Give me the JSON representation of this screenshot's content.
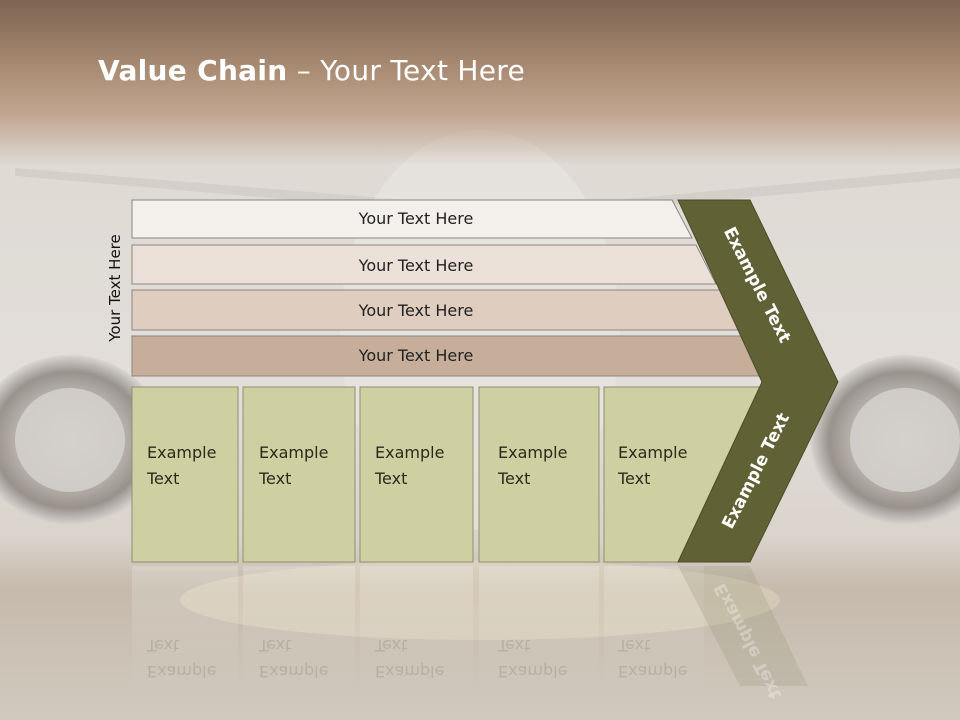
{
  "slide": {
    "title_bold": "Value Chain",
    "title_rest": " – Your Text Here",
    "side_label": "Your Text Here"
  },
  "rows": [
    {
      "label": "Your Text Here",
      "color": "#f3f0ec"
    },
    {
      "label": "Your Text Here",
      "color": "#ebe1d8"
    },
    {
      "label": "Your Text Here",
      "color": "#dfcdbf"
    },
    {
      "label": "Your Text Here",
      "color": "#c7ae9b"
    }
  ],
  "cells": [
    {
      "line1": "Example",
      "line2": "Text"
    },
    {
      "line1": "Example",
      "line2": "Text"
    },
    {
      "line1": "Example",
      "line2": "Text"
    },
    {
      "line1": "Example",
      "line2": "Text"
    },
    {
      "line1": "Example",
      "line2": "Text"
    }
  ],
  "chevron": {
    "upper_label": "Example Text",
    "lower_label": "Example Text"
  },
  "colors": {
    "cell_fill": "#cfd0a2",
    "chevron_fill": "#606235",
    "title_band": "#a88a72"
  }
}
